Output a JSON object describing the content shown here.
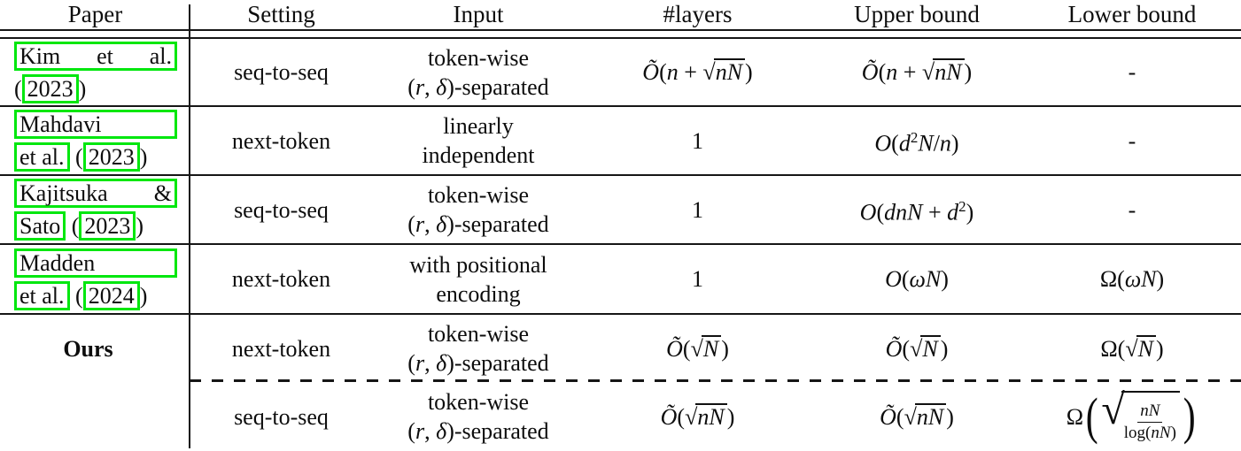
{
  "table": {
    "link_box_color": "#00e70e",
    "columns": [
      {
        "label": "Paper"
      },
      {
        "label": "Setting"
      },
      {
        "label": "Input"
      },
      {
        "label": "#layers"
      },
      {
        "label": "Upper bound"
      },
      {
        "label": "Lower bound"
      }
    ],
    "rows": [
      {
        "paper": {
          "lines": [
            [
              {
                "text": "Kim et al.",
                "boxed": true,
                "justify": true,
                "full": true
              }
            ],
            [
              {
                "text": "("
              },
              {
                "text": "2023",
                "boxed": true
              },
              {
                "text": ")"
              }
            ]
          ]
        },
        "setting": "seq-to-seq",
        "input": {
          "line1": "token-wise",
          "math": "(r, δ)",
          "suffix": "-separated"
        },
        "layers": {
          "math": "Õ(n + √{nN})"
        },
        "upper": {
          "math": "Õ(n + √{nN})"
        },
        "lower": {
          "text": "-"
        }
      },
      {
        "paper": {
          "lines": [
            [
              {
                "text": "Mahdavi",
                "boxed": true,
                "full": true
              }
            ],
            [
              {
                "text": "et al.",
                "boxed": true
              },
              {
                "text": " ("
              },
              {
                "text": "2023",
                "boxed": true
              },
              {
                "text": ")"
              }
            ]
          ]
        },
        "setting": "next-token",
        "input": {
          "line1": "linearly",
          "line2": "independent"
        },
        "layers": {
          "text": "1"
        },
        "upper": {
          "math": "O(d^2N/n)"
        },
        "lower": {
          "text": "-"
        }
      },
      {
        "paper": {
          "lines": [
            [
              {
                "text": "Kajitsuka &",
                "boxed": true,
                "justify": true,
                "full": true
              }
            ],
            [
              {
                "text": "Sato",
                "boxed": true
              },
              {
                "text": " ("
              },
              {
                "text": "2023",
                "boxed": true
              },
              {
                "text": ")"
              }
            ]
          ]
        },
        "setting": "seq-to-seq",
        "input": {
          "line1": "token-wise",
          "math": "(r, δ)",
          "suffix": "-separated"
        },
        "layers": {
          "text": "1"
        },
        "upper": {
          "math": "O(dnN + d^2)"
        },
        "lower": {
          "text": "-"
        }
      },
      {
        "paper": {
          "lines": [
            [
              {
                "text": "Madden",
                "boxed": true,
                "full": true
              }
            ],
            [
              {
                "text": "et al.",
                "boxed": true
              },
              {
                "text": " ("
              },
              {
                "text": "2024",
                "boxed": true
              },
              {
                "text": ")"
              }
            ]
          ]
        },
        "setting": "next-token",
        "input": {
          "line1": "with positional",
          "line2": "encoding"
        },
        "layers": {
          "text": "1"
        },
        "upper": {
          "math": "O(ωN)"
        },
        "lower": {
          "math": "Ω(ωN)"
        }
      },
      {
        "paper": {
          "ours": "Ours"
        },
        "setting": "next-token",
        "input": {
          "line1": "token-wise",
          "math": "(r, δ)",
          "suffix": "-separated"
        },
        "layers": {
          "math": "Õ(√{N})"
        },
        "upper": {
          "math": "Õ(√{N})"
        },
        "lower": {
          "math": "Ω(√{N})"
        }
      },
      {
        "paper": null,
        "setting": "seq-to-seq",
        "input": {
          "line1": "token-wise",
          "math": "(r, δ)",
          "suffix": "-separated"
        },
        "layers": {
          "math": "Õ(√{nN})"
        },
        "upper": {
          "math": "Õ(√{nN})"
        },
        "lower": {
          "math": "Ω⟮√{ƒ{nN}{log(nN)}}⟯",
          "big": true
        }
      }
    ]
  }
}
